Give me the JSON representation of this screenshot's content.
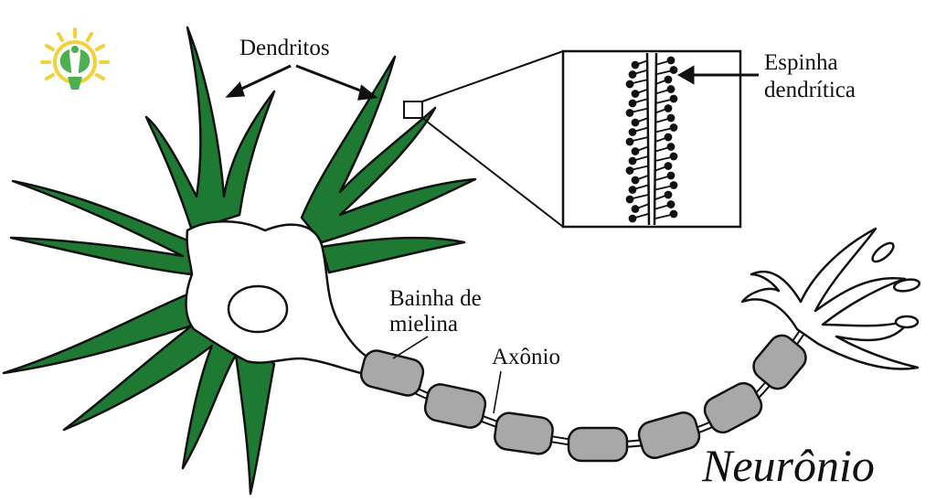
{
  "labels": {
    "dendrites": "Dendritos",
    "spine_line1": "Espinha",
    "spine_line2": "dendrítica",
    "myelin_line1": "Bainha de",
    "myelin_line2": "mielina",
    "axon": "Axônio",
    "title": "Neurônio"
  },
  "colors": {
    "dendrite_fill": "#1e7a33",
    "myelin_fill": "#a8a8a8",
    "outline": "#111111",
    "logo_sun": "#f2d13a",
    "logo_leaf": "#4caf50"
  },
  "icons": {
    "logo": "sun-leaf-logo"
  }
}
